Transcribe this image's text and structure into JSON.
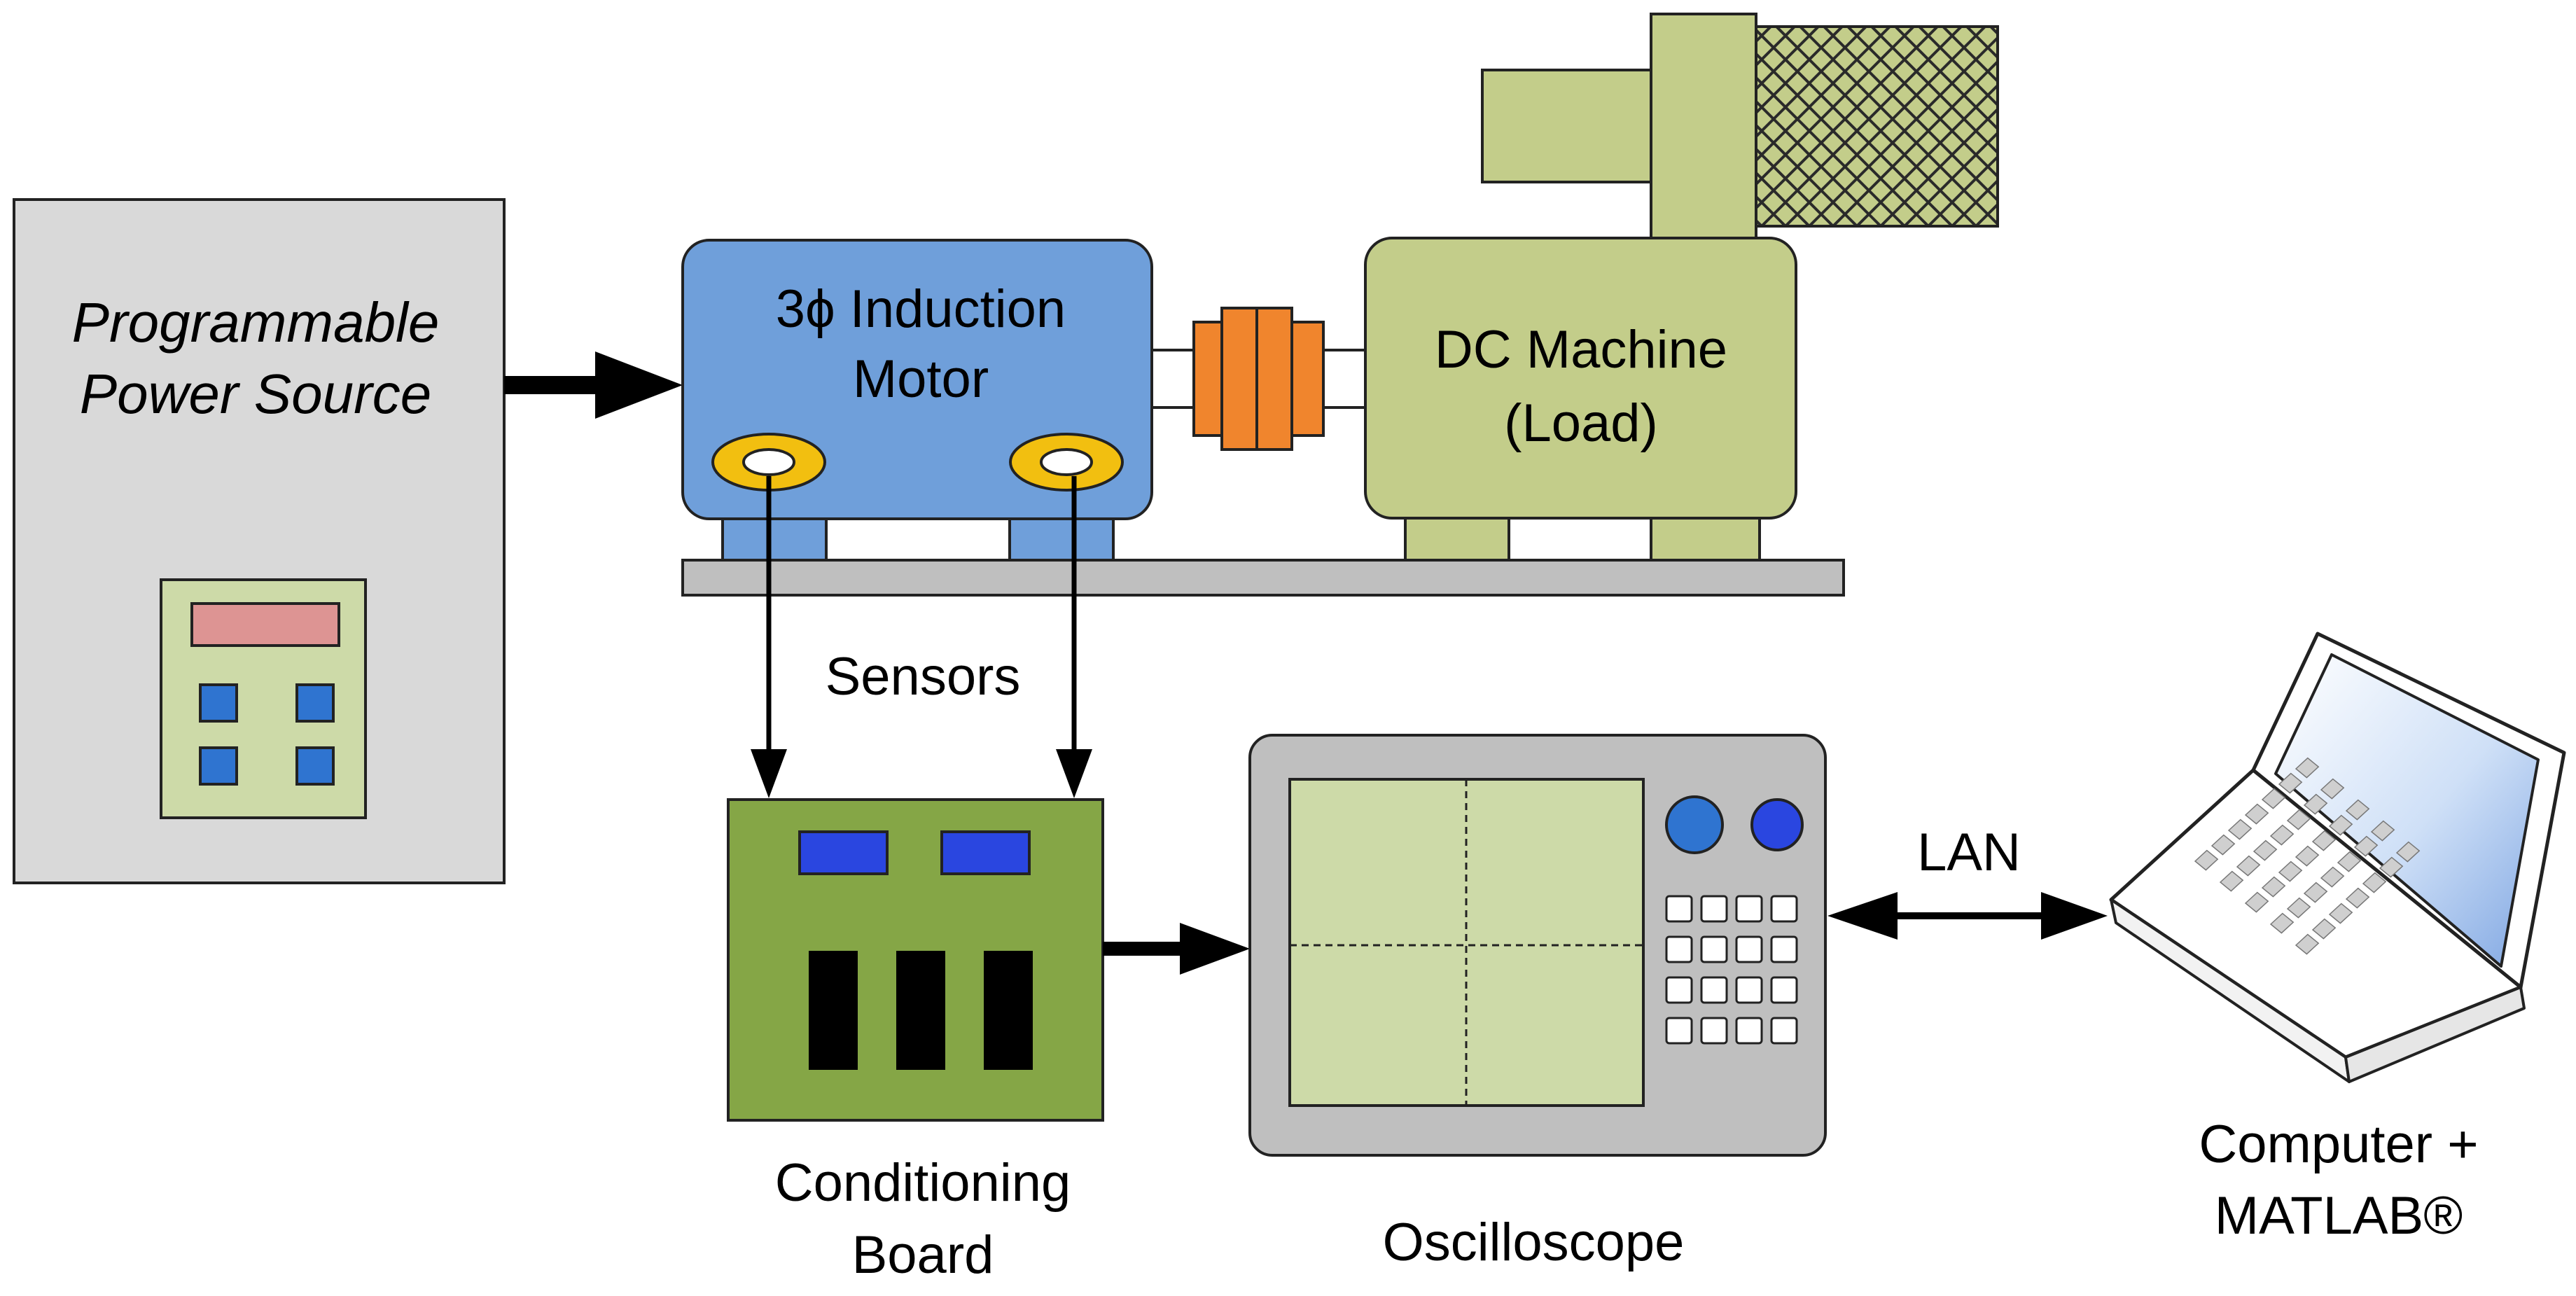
{
  "power_source": {
    "label_line1": "Programmable",
    "label_line2": "Power Source"
  },
  "motor": {
    "label_line1": "3ϕ Induction",
    "label_line2": "Motor"
  },
  "dc_machine": {
    "label_line1": "DC Machine",
    "label_line2": "(Load)"
  },
  "sensors": {
    "label": "Sensors"
  },
  "conditioning_board": {
    "label_line1": "Conditioning",
    "label_line2": "Board"
  },
  "oscilloscope": {
    "label": "Oscilloscope"
  },
  "lan": {
    "label": "LAN"
  },
  "computer": {
    "label_line1": "Computer +",
    "label_line2": "MATLAB®"
  },
  "colors": {
    "power_source_fill": "#d9d9d9",
    "motor_fill": "#6f9fda",
    "coupling_fill": "#f0852d",
    "dc_machine_fill": "#c3cd8a",
    "board_fill": "#85a646",
    "screen_fill": "#cddaa8",
    "sensor_ring": "#f2bf10",
    "keypad_button": "#2f74d0",
    "knob": "#2a46e0"
  }
}
